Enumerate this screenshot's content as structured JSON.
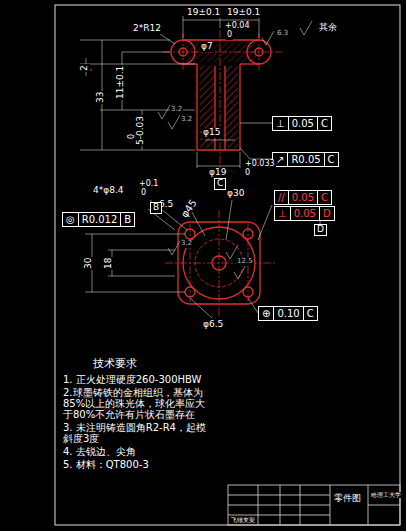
{
  "diagram": {
    "nodes": [
      {
        "text": [
          "⊥",
          "0.05",
          "C"
        ]
      },
      {
        "text": [
          "↗",
          "R0.05",
          "C"
        ]
      },
      {
        "text": [
          "◎",
          "R0.012",
          "B"
        ]
      },
      {
        "text": [
          "//",
          "0.05",
          "C"
        ]
      },
      {
        "text": [
          "⊥",
          "0.05",
          "D"
        ]
      },
      {
        "text": [
          "⊕",
          "0.10",
          "C"
        ]
      }
    ],
    "labels": [
      "2*R12",
      "19±0.1",
      "19±0.1",
      "+0.04",
      "0",
      "φ7",
      "6.3",
      "其余",
      "2",
      "33",
      "11±0.1",
      "0",
      "5-0.03",
      "3.2",
      "3.2",
      "φ15",
      "+0.033",
      "φ19",
      "0",
      "C",
      "4*φ8.4",
      "+0.1",
      "0",
      "φ6.5",
      "φ45",
      "φ30",
      "B",
      "D",
      "30",
      "18",
      "3.2",
      "12.5",
      "φ6.5",
      "技术要求",
      "1. 正火处理硬度260-300HBW",
      "2.球墨铸铁的金相组织，基体为85%以上的珠光体，球化率应大于80%不允许有片状石墨存在",
      "3. 未注明铸造圆角R2-R4，起模斜度3度",
      "4. 去锐边、尖角",
      "5. 材料：QT800-3",
      "零件图",
      "哈理工大学",
      "飞锤支架"
    ]
  }
}
